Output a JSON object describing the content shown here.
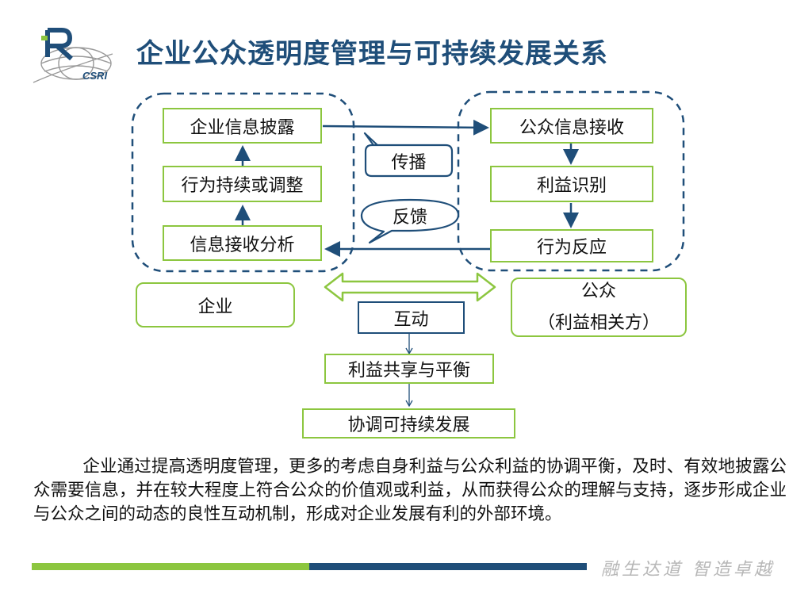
{
  "logo": {
    "text": "CSRI"
  },
  "title": "企业公众透明度管理与可持续发展关系",
  "enterprise_group": {
    "steps": [
      "企业信息披露",
      "行为持续或调整",
      "信息接收分析"
    ],
    "label": "企业"
  },
  "public_group": {
    "steps": [
      "公众信息接收",
      "利益识别",
      "行为反应"
    ],
    "label_line1": "公众",
    "label_line2": "（利益相关方）"
  },
  "bubbles": {
    "spread": "传播",
    "feedback": "反馈"
  },
  "flow": [
    "互动",
    "利益共享与平衡",
    "协调可持续发展"
  ],
  "paragraph": "企业通过提高透明度管理，更多的考虑自身利益与公众利益的协调平衡，及时、有效地披露公众需要信息，并在较大程度上符合公众的价值观或利益，从而获得公众的理解与支持，逐步形成企业与公众之间的动态的良性互动机制，形成对企业发展有利的外部环境。",
  "footer": {
    "slogan": "融生达道 智造卓越"
  },
  "colors": {
    "navy": "#1f4e79",
    "green": "#8cc63f",
    "gray": "#b7b7b7"
  }
}
